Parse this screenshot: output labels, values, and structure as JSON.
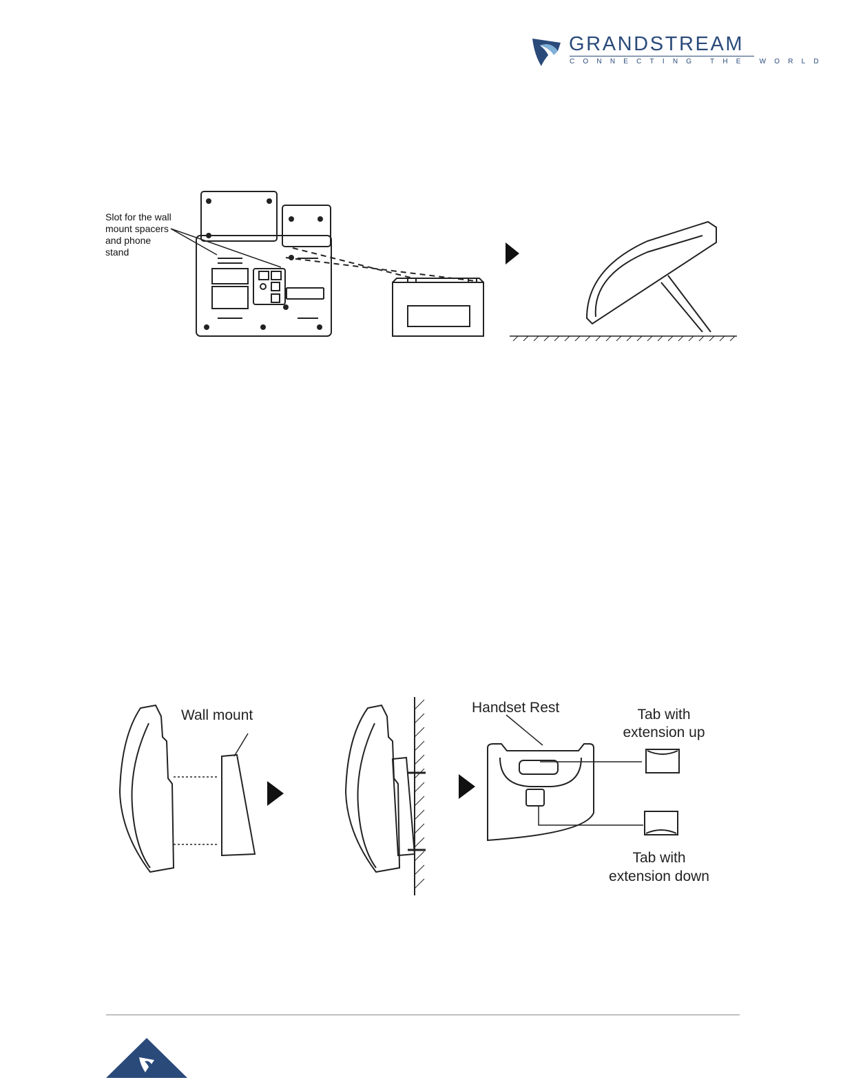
{
  "header": {
    "logo_name": "GRANDSTREAM",
    "logo_tagline": "CONNECTING THE WORLD",
    "brand_color": "#2a4a7a"
  },
  "figure_stand": {
    "callout_lines": [
      "Slot for the wall",
      "mount spacers",
      "and phone",
      "stand"
    ]
  },
  "figure_wall": {
    "wall_mount_label": "Wall mount",
    "handset_rest_label": "Handset Rest",
    "tab_up_lines": [
      "Tab with",
      "extension up"
    ],
    "tab_down_lines": [
      "Tab with",
      "extension down"
    ]
  },
  "footer": {
    "icon": "grandstream-triangle-logo-icon"
  }
}
